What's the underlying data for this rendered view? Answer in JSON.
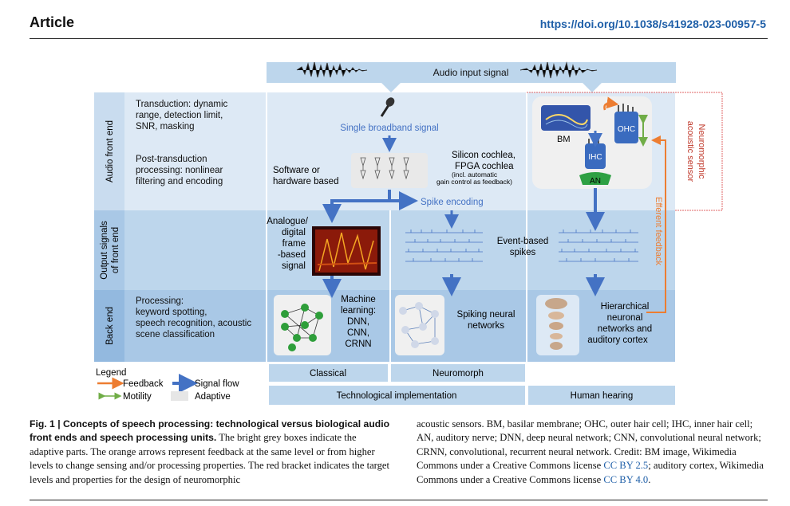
{
  "header": {
    "section": "Article",
    "doi": "https://doi.org/10.1038/s41928-023-00957-5"
  },
  "figure": {
    "top_banner": "Audio input signal",
    "rows": [
      {
        "label": "Audio front end"
      },
      {
        "label_line1": "Output signals",
        "label_line2": "of front end"
      },
      {
        "label": "Back end"
      }
    ],
    "col1": {
      "transduction": [
        "Transduction: dynamic",
        "range, detection limit,",
        "SNR, masking"
      ],
      "post": [
        "Post-transduction",
        "processing: nonlinear",
        "filtering and encoding"
      ],
      "processing": [
        "Processing:",
        "keyword spotting,",
        "speech recognition, acoustic",
        "scene classification"
      ]
    },
    "col2": {
      "broadband": "Single broadband signal",
      "sw_hw": [
        "Software or",
        "hardware based"
      ],
      "silicon": [
        "Silicon cochlea,",
        "FPGA cochlea"
      ],
      "silicon_note": [
        "(incl. automatic",
        "gain control as feedback)"
      ],
      "spike_encoding": "Spike encoding",
      "analogue": [
        "Analogue/",
        "digital",
        "frame",
        "-based",
        "signal"
      ],
      "event_based": [
        "Event-based",
        "spikes"
      ],
      "ml": [
        "Machine",
        "learning:",
        "DNN,",
        "CNN,",
        "CRNN"
      ],
      "snn": [
        "Spiking neural",
        "networks"
      ]
    },
    "col3": {
      "bm": "BM",
      "ohc": "OHC",
      "ihc": "IHC",
      "an": "AN",
      "efferent": "Efferent feedback",
      "neuromorphic": [
        "Neuromorphic",
        "acoustic sensor"
      ],
      "hier": [
        "Hierarchical",
        "neuronal",
        "networks and",
        "auditory cortex"
      ]
    },
    "legend": {
      "title": "Legend",
      "feedback": "Feedback",
      "signal_flow": "Signal flow",
      "motility": "Motility",
      "adaptive": "Adaptive"
    },
    "bottom": {
      "classical": "Classical",
      "neuromorph": "Neuromorph",
      "tech": "Technological implementation",
      "human": "Human hearing"
    },
    "colors": {
      "frontend_bg": "#dde9f5",
      "output_bg": "#bdd6ec",
      "backend_bg": "#a9c8e6",
      "signal_arrow": "#4472c4",
      "feedback_arrow": "#ed7d31",
      "motility_arrow": "#70ad47",
      "red_bracket": "#e06666"
    }
  },
  "caption": {
    "fig_label": "Fig. 1 | Concepts of speech processing: technological versus biological audio front ends and speech processing units.",
    "left_text": " The bright grey boxes indicate the adaptive parts. The orange arrows represent feedback at the same level or from higher levels to change sensing and/or processing properties. The red bracket indicates the target levels and properties for the design of neuromorphic",
    "right_text": "acoustic sensors. BM, basilar membrane; OHC, outer hair cell; IHC, inner hair cell; AN, auditory nerve; DNN, deep neural network; CNN, convolutional neural network; CRNN, convolutional, recurrent neural network. Credit: BM image, Wikimedia Commons under a Creative Commons license ",
    "link1": "CC BY 2.5",
    "right_mid": "; auditory cortex, Wikimedia Commons under a Creative Commons license ",
    "link2": "CC BY 4.0",
    "right_end": "."
  }
}
